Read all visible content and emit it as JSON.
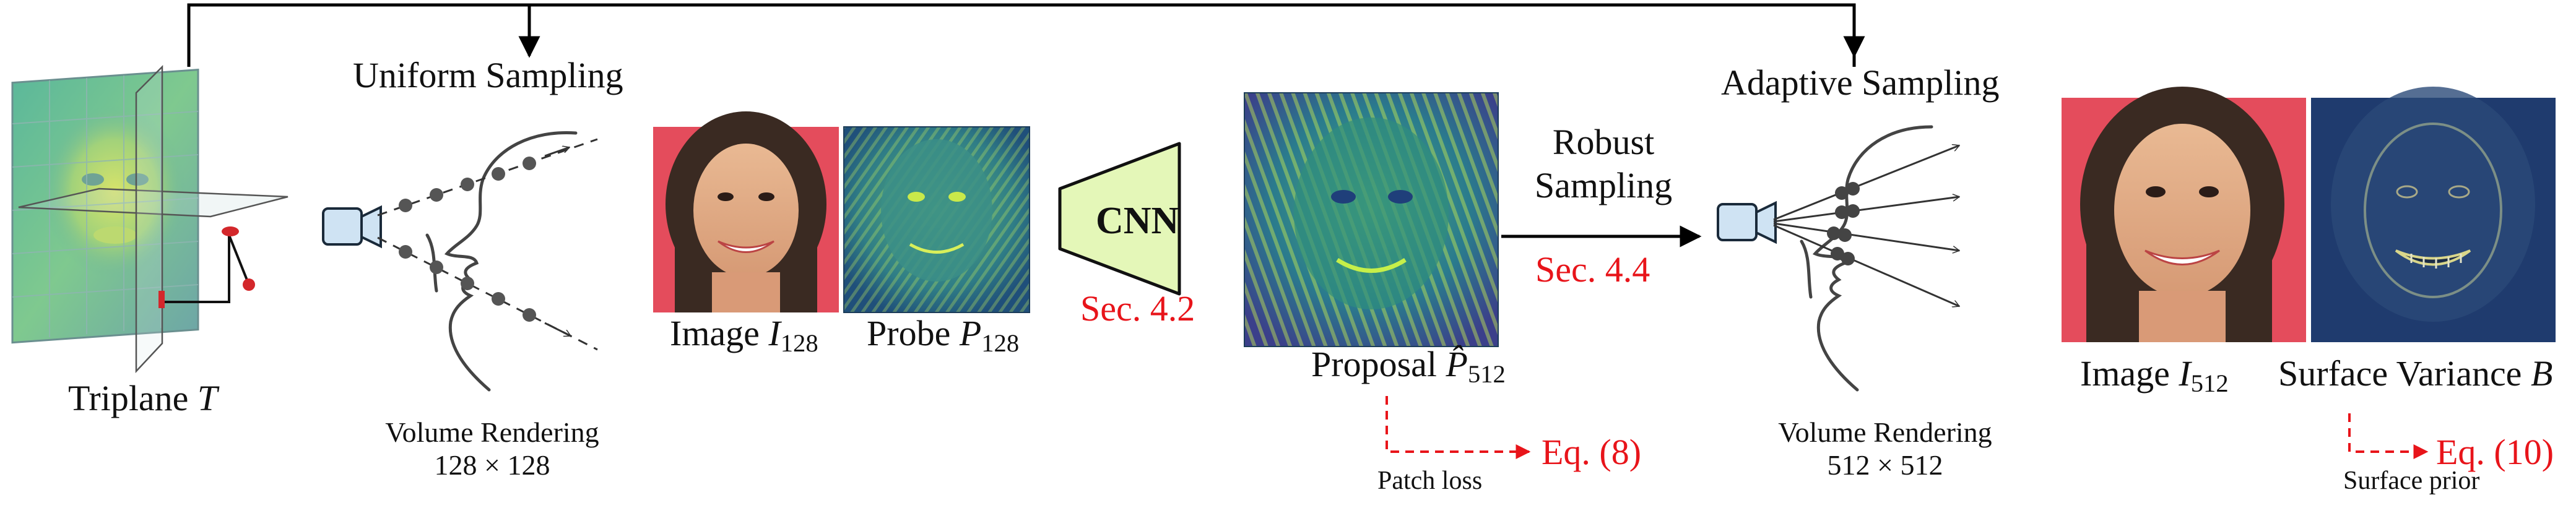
{
  "triplane": {
    "label_prefix": "Triplane",
    "label_var": "T"
  },
  "uniform": {
    "title": "Uniform Sampling",
    "render_line1": "Volume Rendering",
    "render_line2": "128 × 128"
  },
  "image128": {
    "label_prefix": "Image",
    "var": "I",
    "sub": "128"
  },
  "probe128": {
    "label_prefix": "Probe",
    "var": "P",
    "sub": "128"
  },
  "cnn": {
    "label": "CNN",
    "section": "Sec. 4.2"
  },
  "proposal": {
    "label_prefix": "Proposal",
    "var": "P̂",
    "sub": "512",
    "loss_label": "Patch loss",
    "eq": "Eq. (8)"
  },
  "robust": {
    "line1": "Robust",
    "line2": "Sampling",
    "section": "Sec. 4.4"
  },
  "adaptive": {
    "title": "Adaptive Sampling",
    "render_line1": "Volume Rendering",
    "render_line2": "512 × 512"
  },
  "image512": {
    "label_prefix": "Image",
    "var": "I",
    "sub": "512"
  },
  "variance": {
    "label_prefix": "Surface Variance",
    "var": "B",
    "prior_label": "Surface prior",
    "eq": "Eq. (10)"
  },
  "colors": {
    "annotation_red": "#e8141a",
    "cnn_fill": "#e4f7b8",
    "camera_fill": "#cfe3f3"
  }
}
